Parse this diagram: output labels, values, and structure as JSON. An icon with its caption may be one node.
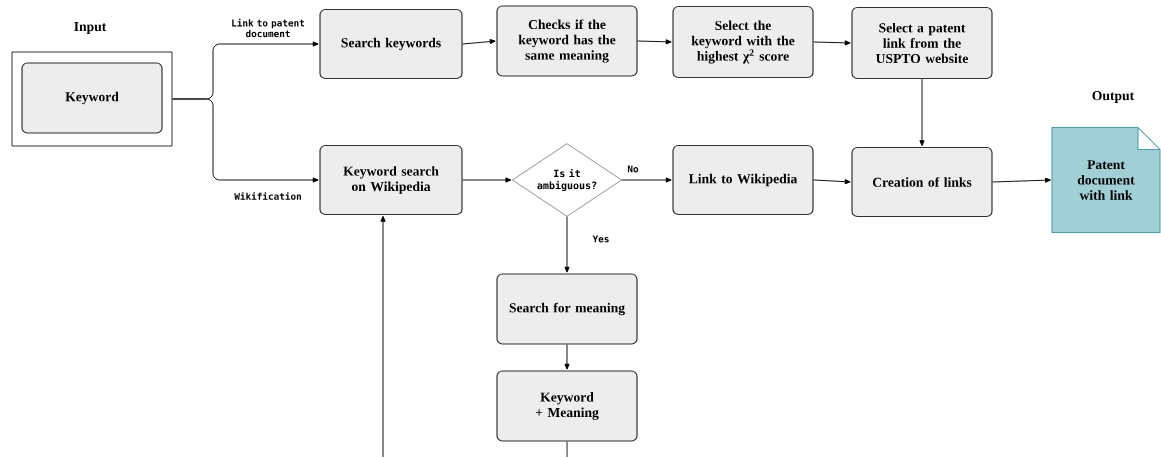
{
  "diagram": {
    "nodes": [
      {
        "text": [
          "Input"
        ]
      },
      {
        "text": [
          "Keyword"
        ],
        "in": 0
      },
      {
        "text": [
          "Search keywords"
        ]
      },
      {
        "text": [
          "Checks if the keyword has the same meaning"
        ]
      },
      {
        "text": [
          "Select the keyword with the highest χ$^{2}$ score"
        ]
      },
      {
        "text": [
          "Select a patent link from the USPTO website"
        ]
      },
      {
        "text": [
          "Keyword search on Wikipedia"
        ]
      },
      {
        "text": [
          "Is it ambiguous?"
        ]
      },
      {
        "text": [
          "Link to Wikipedia"
        ]
      },
      {
        "text": [
          "Creation of links"
        ]
      },
      {
        "text": [
          "Output",
          "Patent document with link"
        ]
      },
      {
        "text": [
          "Search for meaning"
        ]
      },
      {
        "text": [
          "Keyword + Meaning"
        ]
      }
    ],
    "edges": [
      {
        "from": 0,
        "to": 2,
        "arrow": "to",
        "label": "Link to patent document"
      },
      {
        "from": 0,
        "to": 6,
        "arrow": "to",
        "label": "Wikification"
      },
      {
        "from": 2,
        "to": 3,
        "arrow": "to"
      },
      {
        "from": 3,
        "to": 4,
        "arrow": "to"
      },
      {
        "from": 4,
        "to": 5,
        "arrow": "to"
      },
      {
        "from": 5,
        "to": 9,
        "arrow": "to"
      },
      {
        "from": 6,
        "to": 7,
        "arrow": "to"
      },
      {
        "from": 7,
        "to": 8,
        "arrow": "to",
        "label": "No"
      },
      {
        "from": 8,
        "to": 9,
        "arrow": "to"
      },
      {
        "from": 9,
        "to": 10,
        "arrow": "to"
      },
      {
        "from": 7,
        "to": 11,
        "arrow": "to",
        "label": "Yes"
      },
      {
        "from": 11,
        "to": 12,
        "arrow": "to"
      },
      {
        "from": 12,
        "to": null,
        "arrow": "none"
      },
      {
        "from": null,
        "to": 6,
        "arrow": "to"
      }
    ]
  }
}
